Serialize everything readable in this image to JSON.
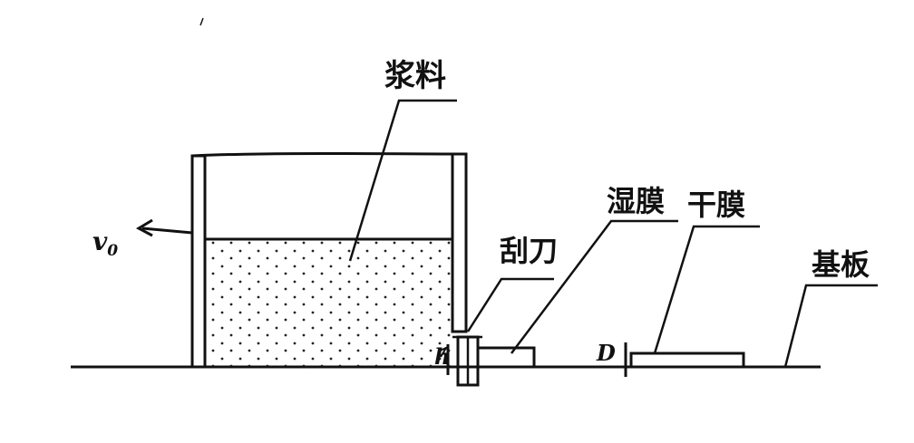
{
  "diagram": {
    "labels": {
      "slurry": "浆料",
      "blade": "刮刀",
      "wet_film": "湿膜",
      "dry_film": "干膜",
      "substrate": "基板"
    },
    "velocity": {
      "symbol": "v",
      "subscript": "0"
    },
    "thickness_symbols": {
      "wet": "h",
      "dry": "D"
    },
    "colors": {
      "ink": "#111111",
      "background": "#ffffff"
    }
  }
}
